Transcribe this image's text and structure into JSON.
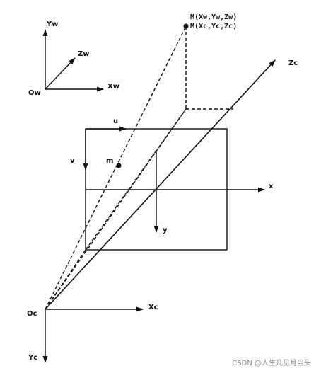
{
  "world_axes": {
    "origin": "Ow",
    "x": "Xw",
    "y": "Yw",
    "z": "Zw"
  },
  "camera_axes": {
    "origin": "Oc",
    "x": "Xc",
    "y": "Yc",
    "z": "Zc"
  },
  "image_plane": {
    "u": "u",
    "v": "v",
    "x": "x",
    "y": "y",
    "projected_point": "m"
  },
  "point": {
    "world_label": "M(Xw,Yw,Zw)",
    "camera_label": "M(Xc,Yc,Zc)"
  },
  "watermark": "CSDN @人生几见月当头"
}
